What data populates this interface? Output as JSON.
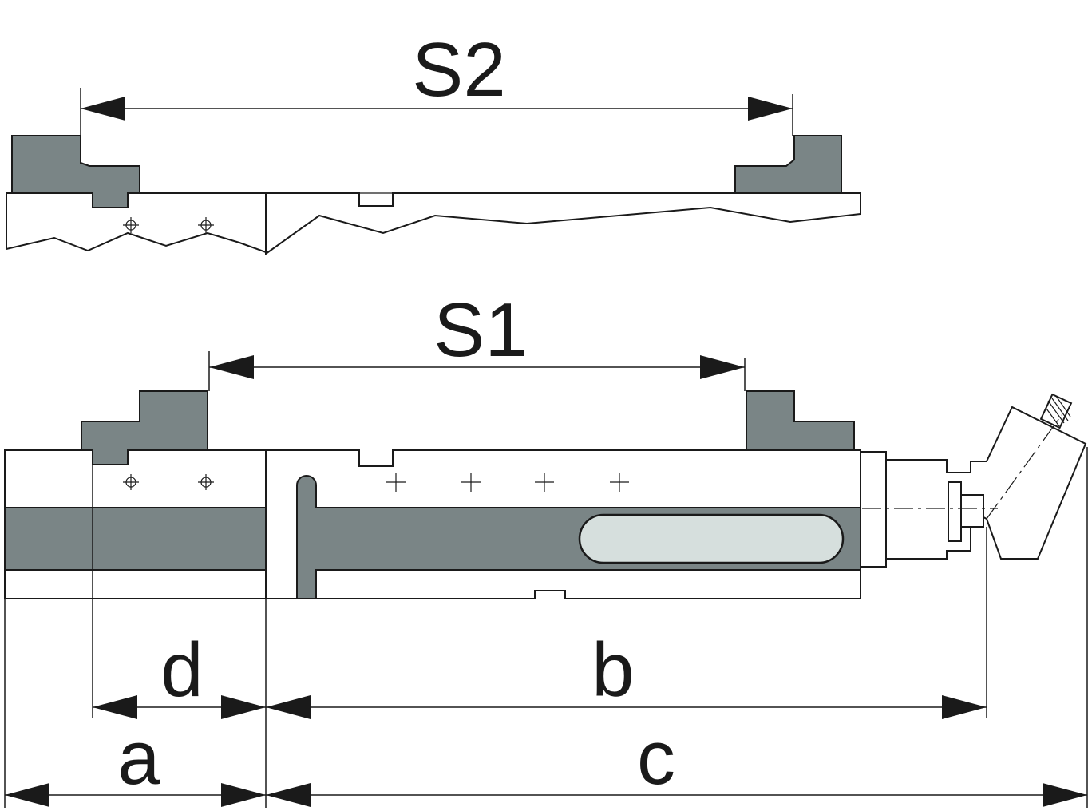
{
  "labels": {
    "s2": "S2",
    "s1": "S1",
    "d": "d",
    "b": "b",
    "a": "a",
    "c": "c"
  },
  "colors": {
    "jaw": "#7a8586",
    "window": "#d6dfdd",
    "line": "#1a1a1a",
    "background": "#ffffff"
  }
}
